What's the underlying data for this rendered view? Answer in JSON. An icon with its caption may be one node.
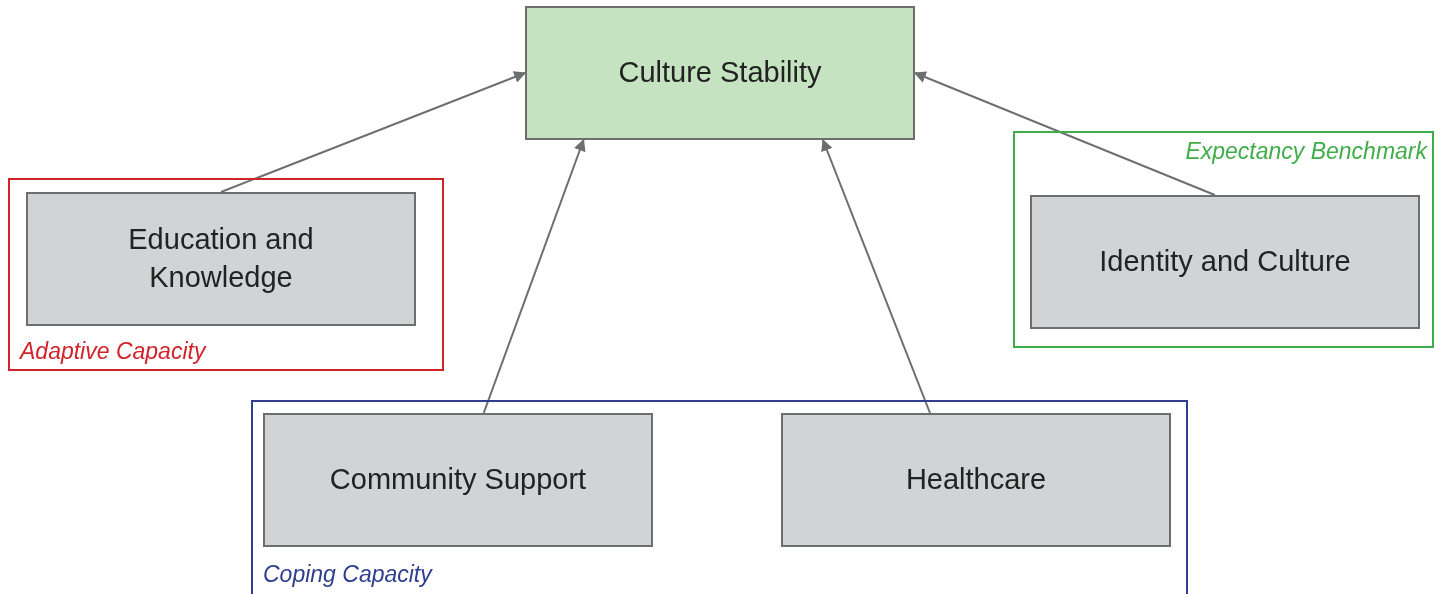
{
  "diagram": {
    "nodes": [
      {
        "text": [
          "Culture Stability"
        ]
      },
      {
        "text": [
          "Adaptive Capacity"
        ]
      },
      {
        "text": [
          "Education and Knowledge"
        ],
        "in": 1
      },
      {
        "text": [
          "Expectancy Benchmark"
        ]
      },
      {
        "text": [
          "Identity and Culture"
        ],
        "in": 3
      },
      {
        "text": [
          "Coping Capacity"
        ]
      },
      {
        "text": [
          "Community Support"
        ],
        "in": 5
      },
      {
        "text": [
          "Healthcare"
        ],
        "in": 5
      }
    ],
    "edges": [
      {
        "from": 2,
        "to": 0,
        "arrow": "to"
      },
      {
        "from": 6,
        "to": 0,
        "arrow": "to"
      },
      {
        "from": 7,
        "to": 0,
        "arrow": "to"
      },
      {
        "from": 4,
        "to": 0,
        "arrow": "to"
      }
    ]
  }
}
